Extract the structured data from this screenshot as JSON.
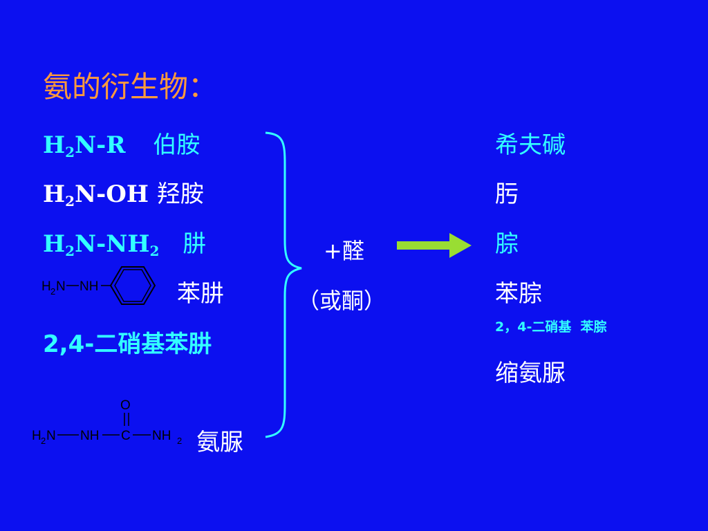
{
  "title": "氨的衍生物：",
  "left": {
    "r1_formula_a": "H",
    "r1_formula_sub": "2",
    "r1_formula_b": "N-R",
    "r1_name": "伯胺",
    "r2_formula_a": "H",
    "r2_formula_sub": "2",
    "r2_formula_b": "N-OH",
    "r2_name": "羟胺",
    "r3_formula_a": "H",
    "r3_formula_sub": "2",
    "r3_formula_b": "N-NH",
    "r3_formula_sub2": "2",
    "r3_name": "肼",
    "r4_name": "苯肼",
    "r5_name": "2,4-二硝基苯肼",
    "r6_name": "氨脲"
  },
  "phenylhydrazine_struct": {
    "h": "H",
    "sub": "2",
    "n": "N",
    "nh": "NH"
  },
  "semicarbazide_struct": {
    "h": "H",
    "sub": "2",
    "n": "N",
    "nh": "NH",
    "c": "C",
    "o": "O",
    "nh2": "NH",
    "nh2_sub": "2"
  },
  "middle": {
    "reagent": "+醛",
    "reagent_alt": "（或酮）"
  },
  "right": {
    "items": [
      "希夫碱",
      "肟",
      "腙",
      "苯腙",
      "2，4-二硝基  苯腙",
      "缩氨脲"
    ]
  },
  "colors": {
    "background": "#0c10f0",
    "title": "#ff9a3c",
    "cyan": "#33ffff",
    "white": "#ffffff",
    "arrow": "#99dd33"
  }
}
